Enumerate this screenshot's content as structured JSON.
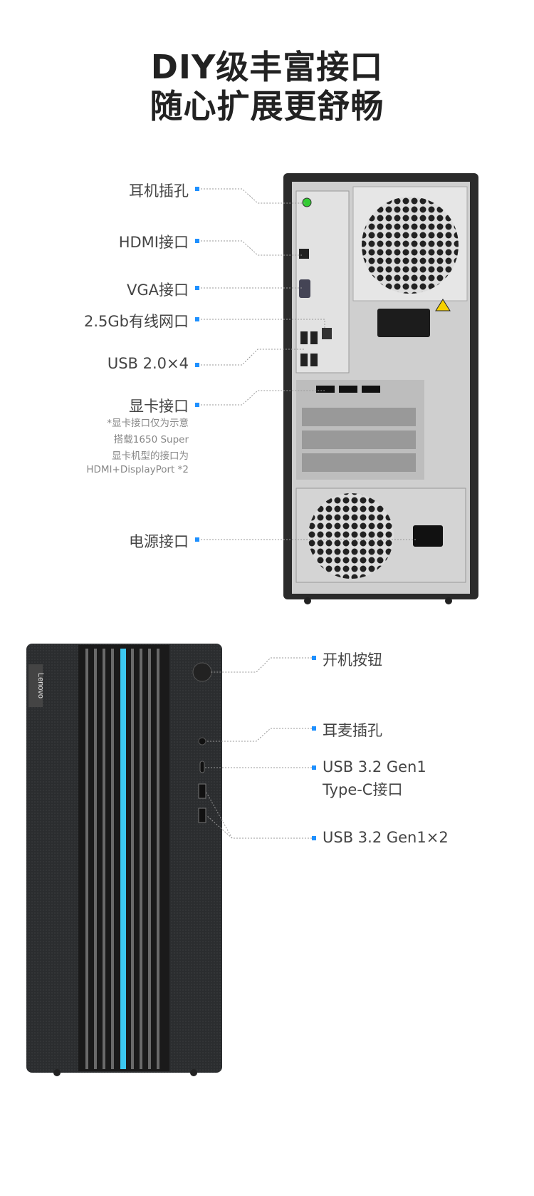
{
  "title": {
    "line1": "DIY级丰富接口",
    "line2": "随心扩展更舒畅"
  },
  "rear_labels": [
    {
      "label": "耳机插孔"
    },
    {
      "label": "HDMI接口"
    },
    {
      "label": "VGA接口"
    },
    {
      "label": "2.5Gb有线网口"
    },
    {
      "label": "USB 2.0×4"
    },
    {
      "label": "显卡接口"
    },
    {
      "label": "电源接口"
    }
  ],
  "gpu_note": [
    "*显卡接口仅为示意",
    "搭载1650 Super",
    "显卡机型的接口为",
    "HDMI+DisplayPort *2"
  ],
  "front_labels": [
    {
      "label": "开机按钮"
    },
    {
      "label": "耳麦插孔"
    },
    {
      "label": "USB 3.2 Gen1",
      "label2": "Type-C接口"
    },
    {
      "label": "USB 3.2 Gen1×2"
    }
  ],
  "brand_logo": "Lenovo",
  "colors": {
    "accent": "#1e90ff",
    "light_bar": "#3cc8f0",
    "chassis": "#2a2c2e"
  }
}
